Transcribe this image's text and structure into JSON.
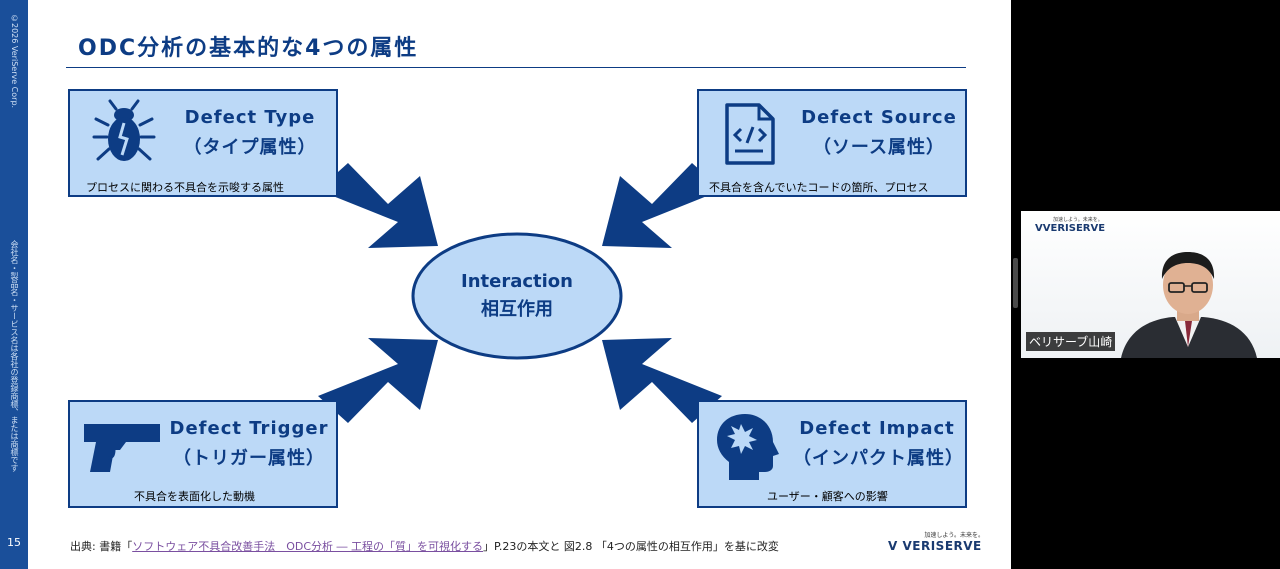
{
  "slide": {
    "title": "ODC分析の基本的な4つの属性",
    "side_copyright": "©2026 VeriServe Corp.",
    "side_note": "会社名・製品名・サービス名は各社の登録商標、または商標です",
    "page_number": "15"
  },
  "cards": {
    "type": {
      "title": "Defect Type",
      "subtitle": "（タイプ属性）",
      "description": "プロセスに関わる不具合を示唆する属性",
      "icon": "bug-icon"
    },
    "source": {
      "title": "Defect Source",
      "subtitle": "（ソース属性）",
      "description": "不具合を含んでいたコードの箇所、プロセス",
      "icon": "code-file-icon"
    },
    "trigger": {
      "title": "Defect Trigger",
      "subtitle": "（トリガー属性）",
      "description": "不具合を表面化した動機",
      "icon": "gun-icon"
    },
    "impact": {
      "title": "Defect Impact",
      "subtitle": "（インパクト属性）",
      "description": "ユーザー・顧客への影響",
      "icon": "head-impact-icon"
    }
  },
  "center": {
    "line1": "Interaction",
    "line2": "相互作用"
  },
  "citation": {
    "prefix": "出典: 書籍「",
    "link": "ソフトウェア不具合改善手法　ODC分析 ― 工程の「質」を可視化する",
    "suffix": "」P.23の本文と 図2.8 「4つの属性の相互作用」を基に改変"
  },
  "brand": {
    "tagline": "加速しよう。未来を。",
    "name": "VERISERVE"
  },
  "video": {
    "logo_tagline": "加速しよう。未来を。",
    "logo_name": "VERISERVE",
    "participant_name": "ベリサーブ山崎"
  },
  "colors": {
    "primary": "#0d3c84",
    "card_fill": "#bcd9f7",
    "sidebar": "#1a4f9a"
  }
}
